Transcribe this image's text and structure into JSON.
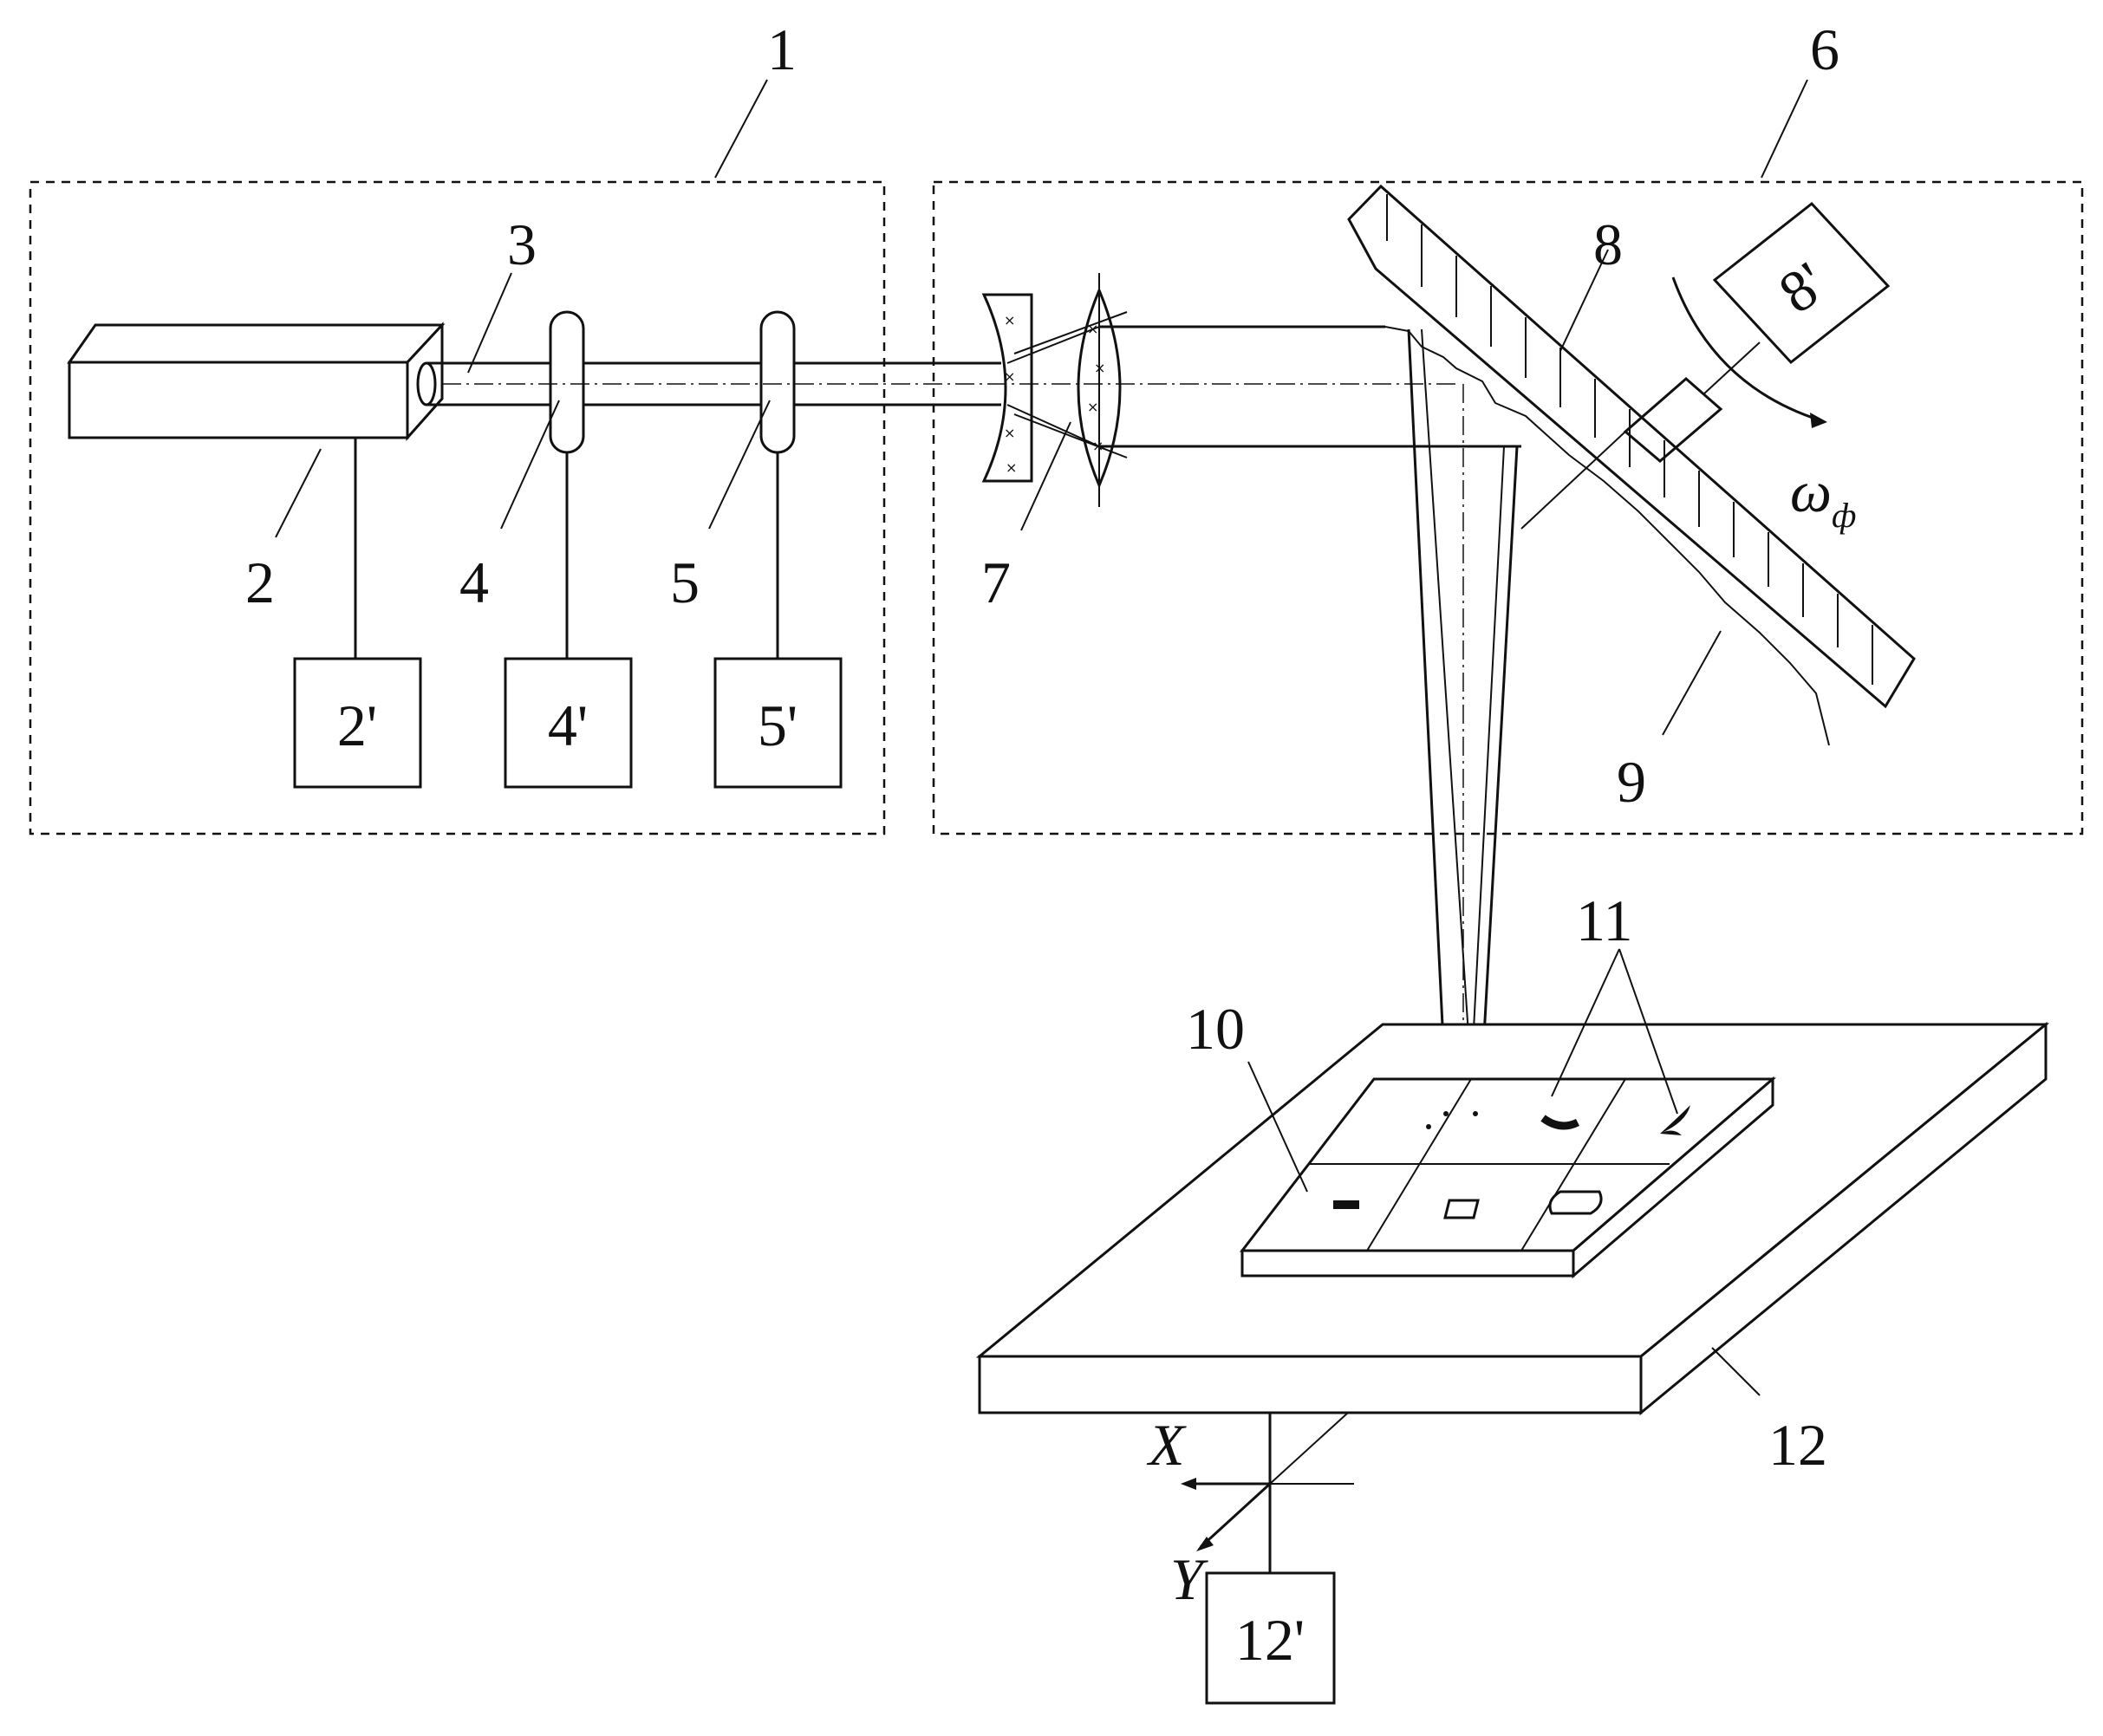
{
  "labels": {
    "l1": "1",
    "l2": "2",
    "l3": "3",
    "l4": "4",
    "l5": "5",
    "l6": "6",
    "l7": "7",
    "l8": "8",
    "l9": "9",
    "l10": "10",
    "l11": "11",
    "l12": "12"
  },
  "boxes": {
    "b2": "2'",
    "b4": "4'",
    "b5": "5'",
    "b8": "8'",
    "b12": "12'"
  },
  "rotation": {
    "symbol": "ω",
    "subscript": "ф"
  },
  "axes": {
    "x": "X",
    "y": "Y"
  }
}
